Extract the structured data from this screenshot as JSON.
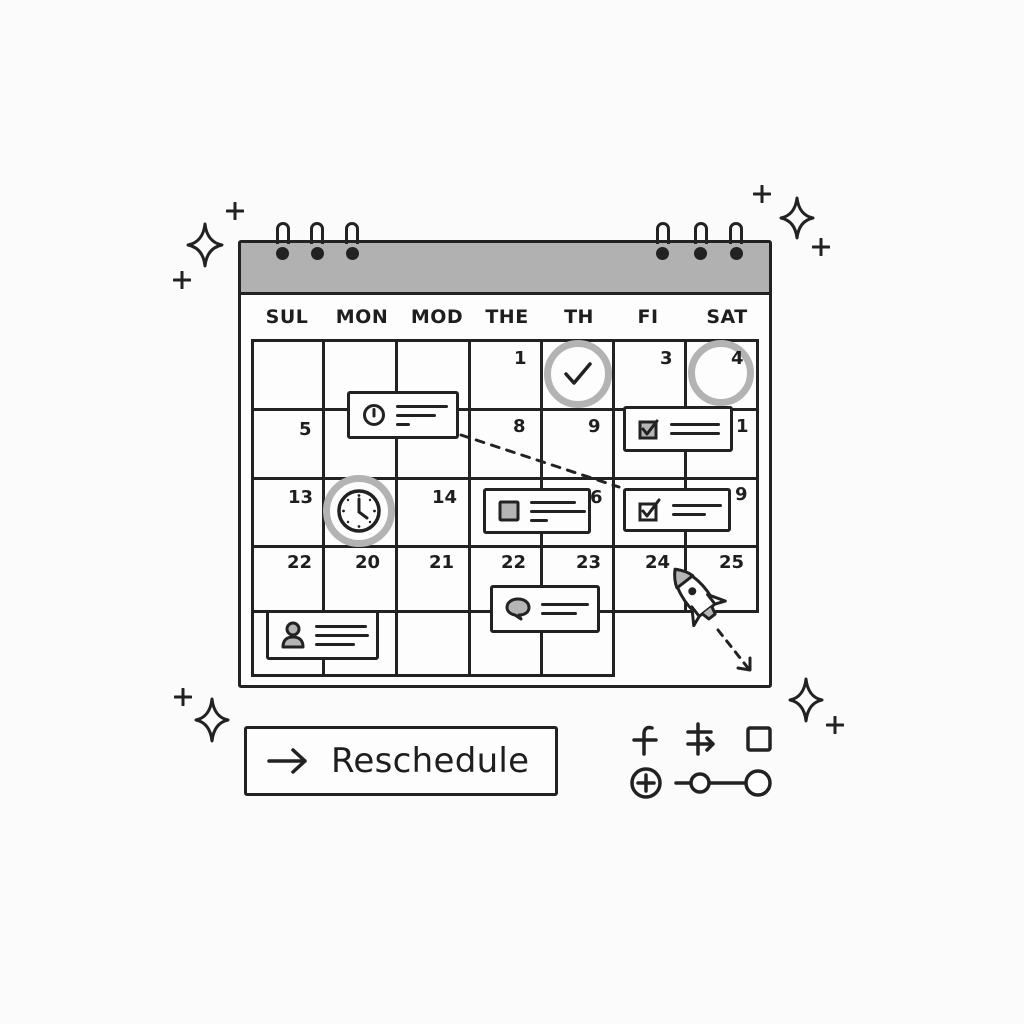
{
  "calendar": {
    "weekdays": [
      "SUL",
      "MON",
      "MOD",
      "THE",
      "TH",
      "FI",
      "SAT"
    ],
    "rows": [
      [
        "",
        "",
        "",
        "1",
        "",
        "3",
        "4"
      ],
      [
        "5",
        "",
        "",
        "8",
        "9",
        "",
        "1"
      ],
      [
        "13",
        "",
        "14",
        "",
        "",
        "",
        "9"
      ],
      [
        "22",
        "20",
        "21",
        "22",
        "23",
        "24",
        "25"
      ],
      [
        "",
        "",
        "",
        "",
        "",
        "",
        ""
      ]
    ],
    "partial_number_6": "6",
    "events": [
      {
        "id": "alert-event",
        "icon": "alert-clock-icon"
      },
      {
        "id": "task-checked-event-1",
        "icon": "checkbox-checked-icon"
      },
      {
        "id": "square-event",
        "icon": "filled-square-icon"
      },
      {
        "id": "task-checked-event-2",
        "icon": "checkbox-checked-icon"
      },
      {
        "id": "comment-event",
        "icon": "speech-bubble-icon"
      },
      {
        "id": "person-event",
        "icon": "user-icon"
      }
    ],
    "highlights": [
      {
        "cell": "TH row1",
        "icon": "checkmark-icon"
      },
      {
        "cell": "SAT row1 (4)",
        "icon": "circle-highlight"
      },
      {
        "cell": "MON row3",
        "icon": "clock-icon"
      }
    ]
  },
  "actions": {
    "reschedule_label": "Reschedule",
    "reschedule_icon": "arrow-right-icon"
  },
  "toolbar": {
    "icons": [
      "function-icon",
      "split-arrow-icon",
      "square-icon",
      "add-circle-icon",
      "slider-link-icon"
    ]
  },
  "colors": {
    "ink": "#222222",
    "header_gray": "#b1b1b1",
    "halo_gray": "#b3b3b3",
    "background": "#fbfbfb"
  }
}
